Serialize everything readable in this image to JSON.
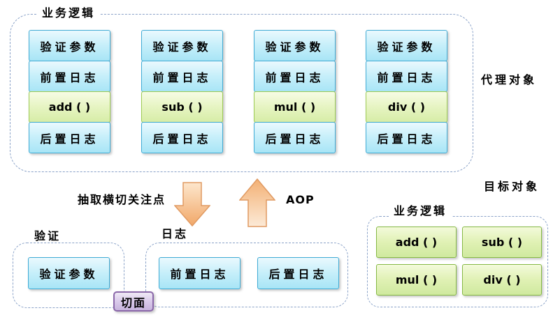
{
  "proxy": {
    "label": "业务逻辑",
    "side_label": "代理对象",
    "columns": [
      {
        "rows": [
          "验证参数",
          "前置日志",
          "add ( )",
          "后置日志"
        ]
      },
      {
        "rows": [
          "验证参数",
          "前置日志",
          "sub ( )",
          "后置日志"
        ]
      },
      {
        "rows": [
          "验证参数",
          "前置日志",
          "mul ( )",
          "后置日志"
        ]
      },
      {
        "rows": [
          "验证参数",
          "前置日志",
          "div ( )",
          "后置日志"
        ]
      }
    ]
  },
  "transform": {
    "extract_label": "抽取横切关注点",
    "aop_label": "AOP"
  },
  "aspects": {
    "validation": {
      "label": "验证",
      "items": [
        "验证参数"
      ]
    },
    "logging": {
      "label": "日志",
      "items": [
        "前置日志",
        "后置日志"
      ]
    },
    "aspect_badge": "切面"
  },
  "target": {
    "title": "目标对象",
    "label": "业务逻辑",
    "functions": [
      "add ( )",
      "sub ( )",
      "mul ( )",
      "div ( )"
    ]
  },
  "colors": {
    "blue_box_border": "#3fabd5",
    "blue_box_fill_top": "#eaf9fe",
    "blue_box_fill_bottom": "#a8e5f6",
    "green_box_border": "#9ccb52",
    "green_box_fill_top": "#f7fce5",
    "green_box_fill_bottom": "#d7eda7",
    "purple_box_border": "#8a67a9",
    "purple_box_fill": "#c7b3dd",
    "arrow_fill_light": "#fde7cd",
    "arrow_fill_dark": "#f1a768",
    "arrow_border": "#e09a62",
    "dashed_border": "#8aa2c8"
  }
}
